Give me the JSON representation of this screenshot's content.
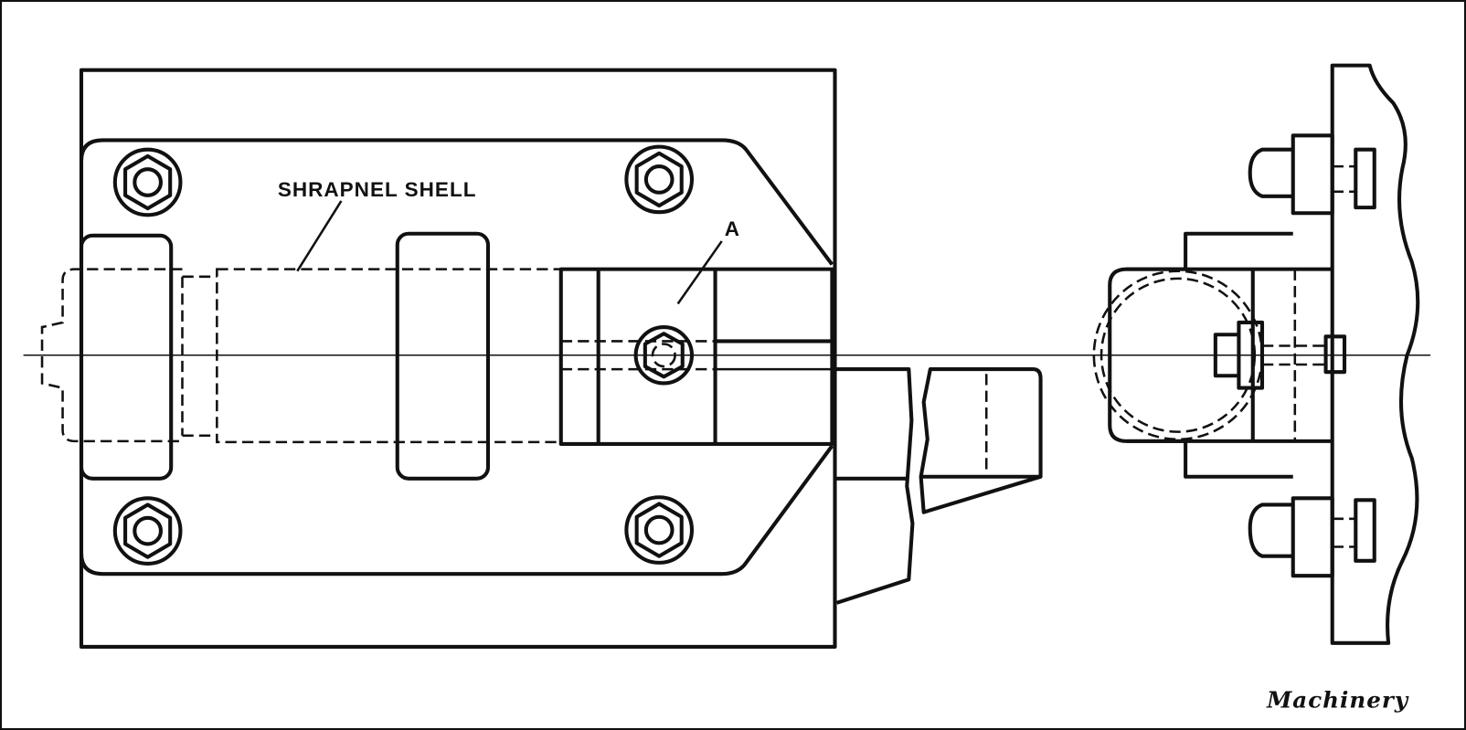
{
  "labels": {
    "shell": "SHRAPNEL SHELL",
    "point_a": "A",
    "credit": "Machinery"
  }
}
